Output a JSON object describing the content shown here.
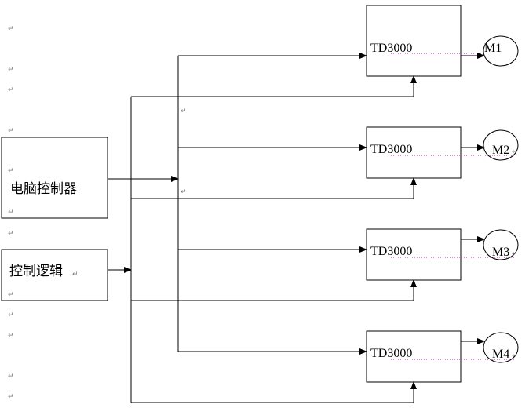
{
  "controller": {
    "label": "电脑控制器"
  },
  "logic": {
    "label": "控制逻辑"
  },
  "drives": [
    {
      "label": "TD3000",
      "motor": "M1"
    },
    {
      "label": "TD3000",
      "motor": "M2"
    },
    {
      "label": "TD3000",
      "motor": "M3"
    },
    {
      "label": "TD3000",
      "motor": "M4"
    }
  ],
  "paragraph_mark": "↵",
  "colors": {
    "line": "#000000",
    "underline": "#a020a0"
  }
}
